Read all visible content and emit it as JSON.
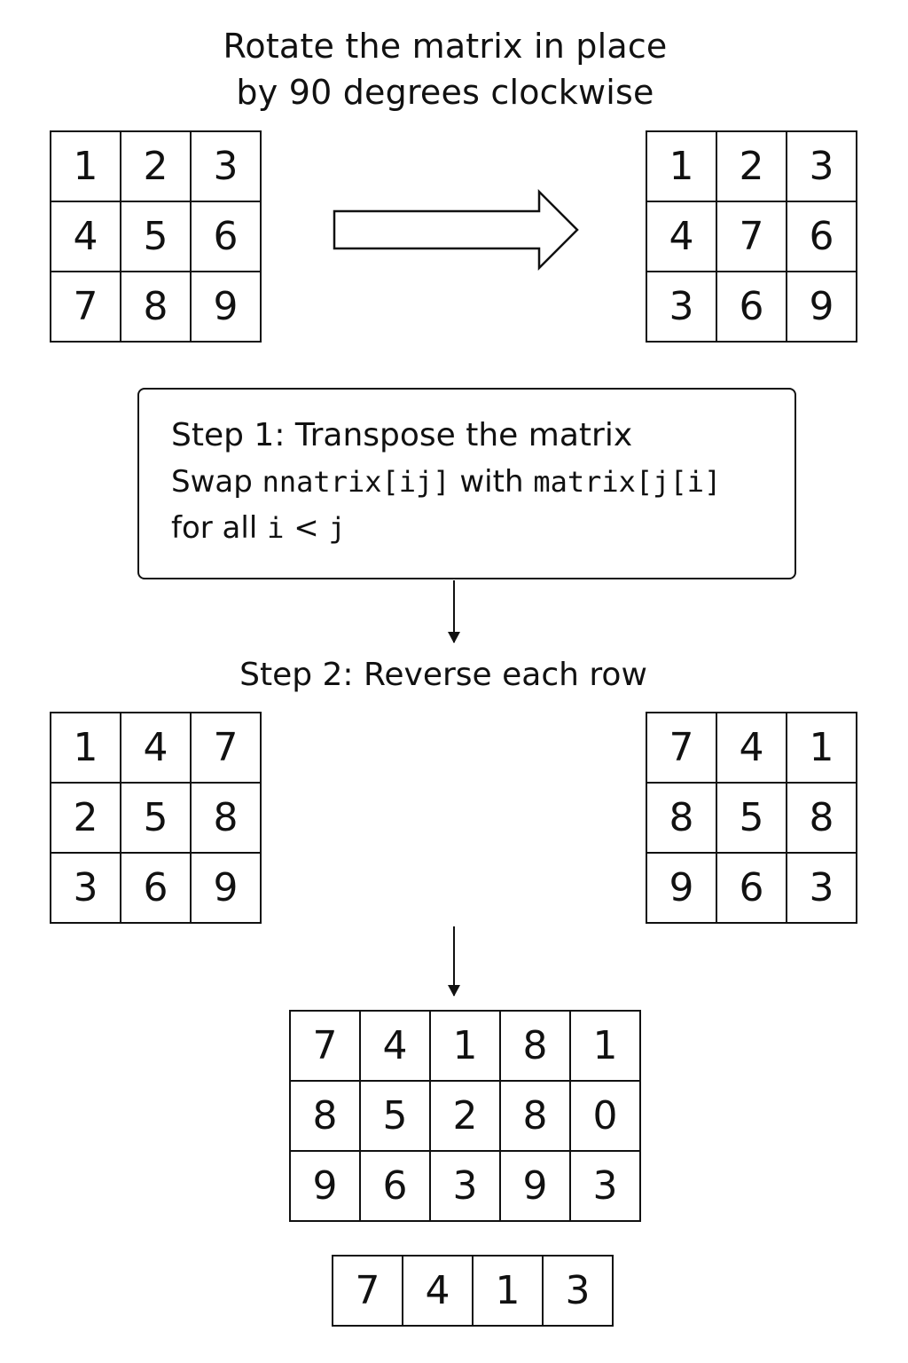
{
  "title": {
    "line1": "Rotate the matrix in place",
    "line2": "by 90 degrees clockwise"
  },
  "matrices": {
    "original": [
      [
        "1",
        "2",
        "3"
      ],
      [
        "4",
        "5",
        "6"
      ],
      [
        "7",
        "8",
        "9"
      ]
    ],
    "rotated": [
      [
        "1",
        "2",
        "3"
      ],
      [
        "4",
        "7",
        "6"
      ],
      [
        "3",
        "6",
        "9"
      ]
    ],
    "transposed": [
      [
        "1",
        "4",
        "7"
      ],
      [
        "2",
        "5",
        "8"
      ],
      [
        "3",
        "6",
        "9"
      ]
    ],
    "reversed": [
      [
        "7",
        "4",
        "1"
      ],
      [
        "8",
        "5",
        "8"
      ],
      [
        "9",
        "6",
        "3"
      ]
    ],
    "extended": [
      [
        "7",
        "4",
        "1",
        "8",
        "1"
      ],
      [
        "8",
        "5",
        "2",
        "8",
        "0"
      ],
      [
        "9",
        "6",
        "3",
        "9",
        "3"
      ]
    ],
    "row": [
      [
        "7",
        "4",
        "1",
        "3"
      ]
    ]
  },
  "step1": {
    "title": "Step 1: Transpose the matrix",
    "swap_word": "Swap",
    "code_a": "nnatrix[ij]",
    "with_word": "with",
    "code_b": "matrix[j[i]",
    "for_all": "for all",
    "cond_i": "i",
    "lt": "<",
    "cond_j": "j"
  },
  "step2": {
    "title": "Step 2: Reverse each row"
  }
}
